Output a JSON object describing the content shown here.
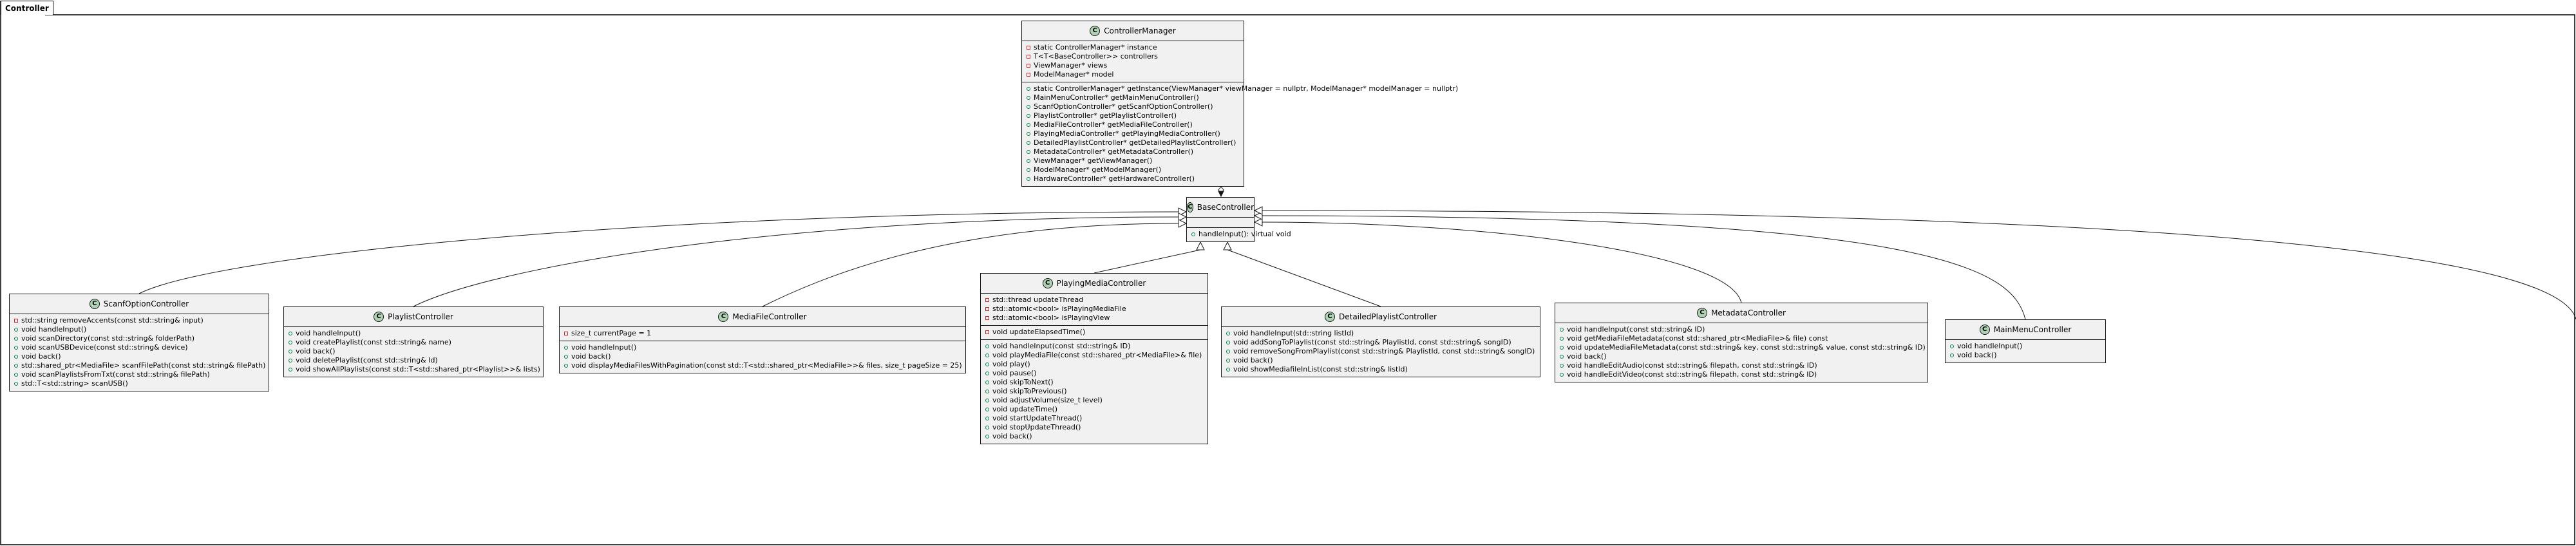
{
  "package": {
    "name": "Controller"
  },
  "classes": [
    {
      "id": "ControllerManager",
      "icon": "C",
      "name": "ControllerManager",
      "sections": [
        [
          {
            "vis": "private",
            "text": "static ControllerManager* instance"
          },
          {
            "vis": "private",
            "text": "T<T<BaseController>> controllers"
          },
          {
            "vis": "private",
            "text": "ViewManager* views"
          },
          {
            "vis": "private",
            "text": "ModelManager* model"
          }
        ],
        [
          {
            "vis": "public",
            "text": "static ControllerManager* getInstance(ViewManager* viewManager = nullptr, ModelManager* modelManager = nullptr)"
          },
          {
            "vis": "public",
            "text": "MainMenuController* getMainMenuController()"
          },
          {
            "vis": "public",
            "text": "ScanfOptionController* getScanfOptionController()"
          },
          {
            "vis": "public",
            "text": "PlaylistController* getPlaylistController()"
          },
          {
            "vis": "public",
            "text": "MediaFileController* getMediaFileController()"
          },
          {
            "vis": "public",
            "text": "PlayingMediaController* getPlayingMediaController()"
          },
          {
            "vis": "public",
            "text": "DetailedPlaylistController* getDetailedPlaylistController()"
          },
          {
            "vis": "public",
            "text": "MetadataController* getMetadataController()"
          },
          {
            "vis": "public",
            "text": "ViewManager* getViewManager()"
          },
          {
            "vis": "public",
            "text": "ModelManager* getModelManager()"
          },
          {
            "vis": "public",
            "text": "HardwareController* getHardwareController()"
          }
        ]
      ]
    },
    {
      "id": "BaseController",
      "icon": "C",
      "name": "BaseController",
      "sections": [
        [],
        [
          {
            "vis": "public",
            "text": "handleInput(): virtual void"
          }
        ]
      ]
    },
    {
      "id": "ScanfOptionController",
      "icon": "C",
      "name": "ScanfOptionController",
      "sections": [
        [
          {
            "vis": "private",
            "text": "std::string removeAccents(const std::string& input)"
          },
          {
            "vis": "public",
            "text": "void handleInput()"
          },
          {
            "vis": "public",
            "text": "void scanDirectory(const std::string& folderPath)"
          },
          {
            "vis": "public",
            "text": "void scanUSBDevice(const std::string& device)"
          },
          {
            "vis": "public",
            "text": "void back()"
          },
          {
            "vis": "public",
            "text": "std::shared_ptr<MediaFile> scanfFilePath(const std::string& filePath)"
          },
          {
            "vis": "public",
            "text": "void scanPlaylistsFromTxt(const std::string& filePath)"
          },
          {
            "vis": "public",
            "text": "std::T<std::string> scanUSB()"
          }
        ]
      ]
    },
    {
      "id": "PlaylistController",
      "icon": "C",
      "name": "PlaylistController",
      "sections": [
        [
          {
            "vis": "public",
            "text": "void handleInput()"
          },
          {
            "vis": "public",
            "text": "void createPlaylist(const std::string& name)"
          },
          {
            "vis": "public",
            "text": "void back()"
          },
          {
            "vis": "public",
            "text": "void deletePlaylist(const std::string& Id)"
          },
          {
            "vis": "public",
            "text": "void showAllPlaylists(const std::T<std::shared_ptr<Playlist>>& lists)"
          }
        ]
      ]
    },
    {
      "id": "MediaFileController",
      "icon": "C",
      "name": "MediaFileController",
      "sections": [
        [
          {
            "vis": "private",
            "text": "size_t currentPage = 1"
          }
        ],
        [
          {
            "vis": "public",
            "text": "void handleInput()"
          },
          {
            "vis": "public",
            "text": "void back()"
          },
          {
            "vis": "public",
            "text": "void displayMediaFilesWithPagination(const std::T<std::shared_ptr<MediaFile>>& files, size_t pageSize = 25)"
          }
        ]
      ]
    },
    {
      "id": "PlayingMediaController",
      "icon": "C",
      "name": "PlayingMediaController",
      "sections": [
        [
          {
            "vis": "private",
            "text": "std::thread updateThread"
          },
          {
            "vis": "private",
            "text": "std::atomic<bool> isPlayingMediaFile"
          },
          {
            "vis": "private",
            "text": "std::atomic<bool> isPlayingView"
          }
        ],
        [
          {
            "vis": "private",
            "text": "void updateElapsedTime()"
          }
        ],
        [
          {
            "vis": "public",
            "text": "void handleInput(const std::string& ID)"
          },
          {
            "vis": "public",
            "text": "void playMediaFile(const std::shared_ptr<MediaFile>& file)"
          },
          {
            "vis": "public",
            "text": "void play()"
          },
          {
            "vis": "public",
            "text": "void pause()"
          },
          {
            "vis": "public",
            "text": "void skipToNext()"
          },
          {
            "vis": "public",
            "text": "void skipToPrevious()"
          },
          {
            "vis": "public",
            "text": "void adjustVolume(size_t level)"
          },
          {
            "vis": "public",
            "text": "void updateTime()"
          },
          {
            "vis": "public",
            "text": "void startUpdateThread()"
          },
          {
            "vis": "public",
            "text": "void stopUpdateThread()"
          },
          {
            "vis": "public",
            "text": "void back()"
          }
        ]
      ]
    },
    {
      "id": "DetailedPlaylistController",
      "icon": "C",
      "name": "DetailedPlaylistController",
      "sections": [
        [
          {
            "vis": "public",
            "text": "void handleInput(std::string listId)"
          },
          {
            "vis": "public",
            "text": "void addSongToPlaylist(const std::string& PlaylistId, const std::string& songID)"
          },
          {
            "vis": "public",
            "text": "void removeSongFromPlaylist(const std::string& PlaylistId, const std::string& songID)"
          },
          {
            "vis": "public",
            "text": "void back()"
          },
          {
            "vis": "public",
            "text": "void showMediafileInList(const std::string& listId)"
          }
        ]
      ]
    },
    {
      "id": "MetadataController",
      "icon": "C",
      "name": "MetadataController",
      "sections": [
        [
          {
            "vis": "public",
            "text": "void handleInput(const std::string& ID)"
          },
          {
            "vis": "public",
            "text": "void getMediaFileMetadata(const std::shared_ptr<MediaFile>& file) const"
          },
          {
            "vis": "public",
            "text": "void updateMediaFileMetadata(const std::string& key, const std::string& value, const std::string& ID)"
          },
          {
            "vis": "public",
            "text": "void back()"
          },
          {
            "vis": "public",
            "text": "void handleEditAudio(const std::string& filepath, const std::string& ID)"
          },
          {
            "vis": "public",
            "text": "void handleEditVideo(const std::string& filepath, const std::string& ID)"
          }
        ]
      ]
    },
    {
      "id": "MainMenuController",
      "icon": "C",
      "name": "MainMenuController",
      "sections": [
        [
          {
            "vis": "public",
            "text": "void handleInput()"
          },
          {
            "vis": "public",
            "text": "void back()"
          }
        ]
      ]
    }
  ]
}
